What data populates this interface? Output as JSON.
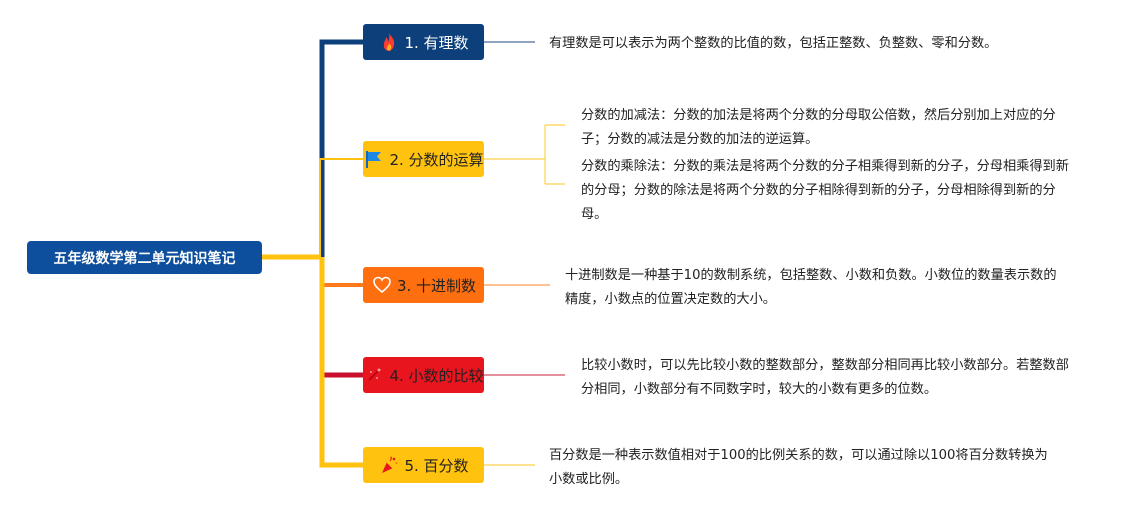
{
  "root": {
    "label": "五年级数学第二单元知识笔记",
    "color": "#0d4f9c"
  },
  "branches": [
    {
      "label": "1. 有理数",
      "icon": "fire-icon",
      "bg": "#0d3f7a",
      "fg": "#ffffff",
      "line": "#0d3f7a",
      "notes": [
        "有理数是可以表示为两个整数的比值的数，包括正整数、负整数、零和分数。"
      ]
    },
    {
      "label": "2. 分数的运算",
      "icon": "flag-icon",
      "bg": "#ffc20e",
      "fg": "#222222",
      "line": "#ffc20e",
      "notes": [
        "分数的加减法：分数的加法是将两个分数的分母取公倍数，然后分别加上对应的分子；分数的减法是分数的加法的逆运算。",
        "分数的乘除法：分数的乘法是将两个分数的分子相乘得到新的分子，分母相乘得到新的分母；分数的除法是将两个分数的分子相除得到新的分子，分母相除得到新的分母。"
      ]
    },
    {
      "label": "3. 十进制数",
      "icon": "heart-icon",
      "bg": "#ff6f0f",
      "fg": "#222222",
      "line": "#ff7a1a",
      "notes": [
        "十进制数是一种基于10的数制系统，包括整数、小数和负数。小数位的数量表示数的精度，小数点的位置决定数的大小。"
      ]
    },
    {
      "label": "4. 小数的比较",
      "icon": "sparkle-icon",
      "bg": "#e8141e",
      "fg": "#222222",
      "line": "#c8102e",
      "notes": [
        "比较小数时，可以先比较小数的整数部分，整数部分相同再比较小数部分。若整数部分相同，小数部分有不同数字时，较大的小数有更多的位数。"
      ]
    },
    {
      "label": "5. 百分数",
      "icon": "party-popper-icon",
      "bg": "#ffc20e",
      "fg": "#222222",
      "line": "#ffc20e",
      "notes": [
        "百分数是一种表示数值相对于100的比例关系的数，可以通过除以100将百分数转换为小数或比例。"
      ]
    }
  ]
}
